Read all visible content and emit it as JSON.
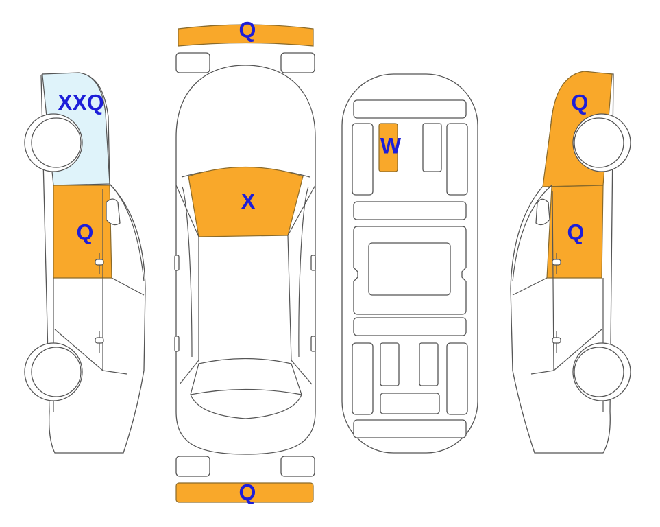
{
  "colors": {
    "paint": "#f9a82a",
    "scratch": "#dff3fa",
    "label": "#1d1ed8",
    "outline": "#555555",
    "body": "#ffffff"
  },
  "labels": {
    "front_bumper": "Q",
    "rear_bumper": "Q",
    "hood": "X",
    "roof": "W",
    "left_front_fender": "XXQ",
    "left_front_door": "Q",
    "right_front_fender": "Q",
    "right_front_door": "Q"
  }
}
